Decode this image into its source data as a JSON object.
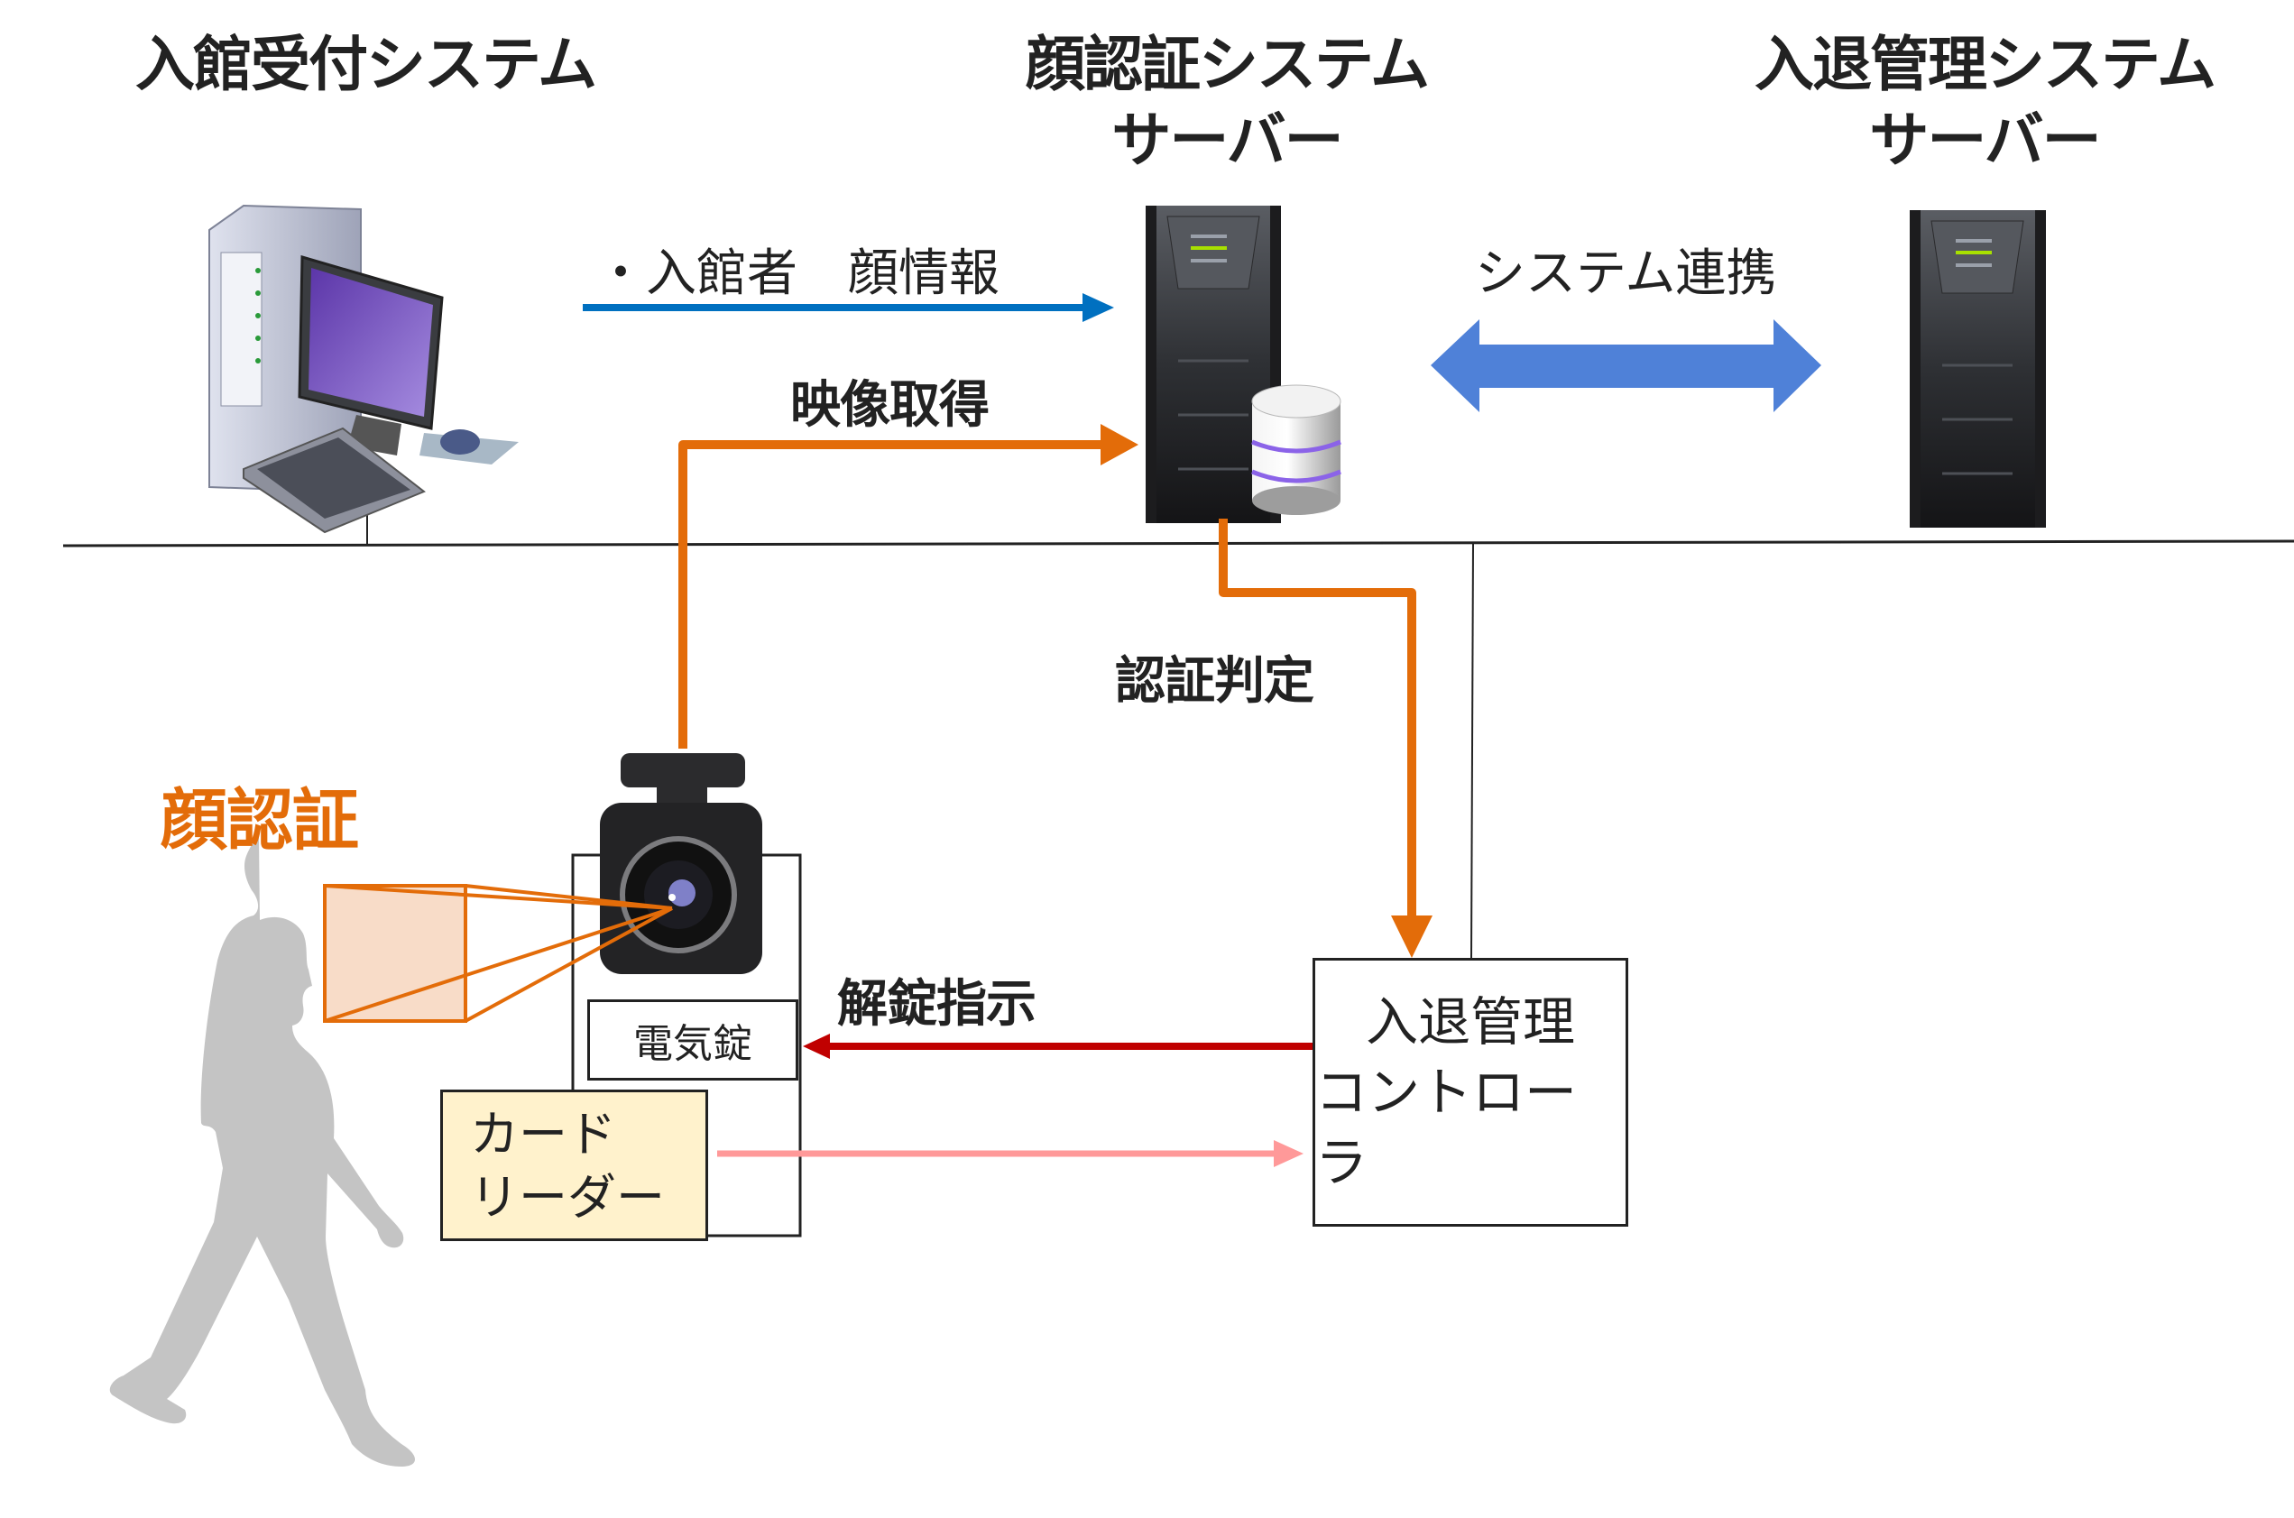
{
  "titles": {
    "reception_system": "入館受付システム",
    "face_auth_server_line1": "顔認証システム",
    "face_auth_server_line2": "サーバー",
    "access_mgmt_server_line1": "入退管理システム",
    "access_mgmt_server_line2": "サーバー"
  },
  "flows": {
    "visitor_face_info": "・入館者　顔情報",
    "system_integration": "システム連携",
    "video_acquisition": "映像取得",
    "auth_judgement": "認証判定",
    "unlock_instruction": "解錠指示"
  },
  "face_auth_label": "顔認証",
  "devices": {
    "electric_lock": "電気錠",
    "card_reader_line1": "カード",
    "card_reader_line2": "リーダー",
    "controller_line1": "入退管理",
    "controller_line2": "コントローラ"
  },
  "colors": {
    "orange": "#E36C09",
    "blue_arrow": "#0070C0",
    "double_arrow": "#4F81D8",
    "red_arrow": "#C00000",
    "pink_arrow": "#FF9999",
    "card_reader_fill": "#FFF2CC",
    "frustum_fill": "#F8DCC8",
    "person_gray": "#C4C4C4"
  },
  "icons": {
    "computer": "desktop-computer-icon",
    "server": "tower-server-icon",
    "database": "database-icon",
    "camera": "security-camera-icon",
    "person": "walking-person-icon"
  }
}
